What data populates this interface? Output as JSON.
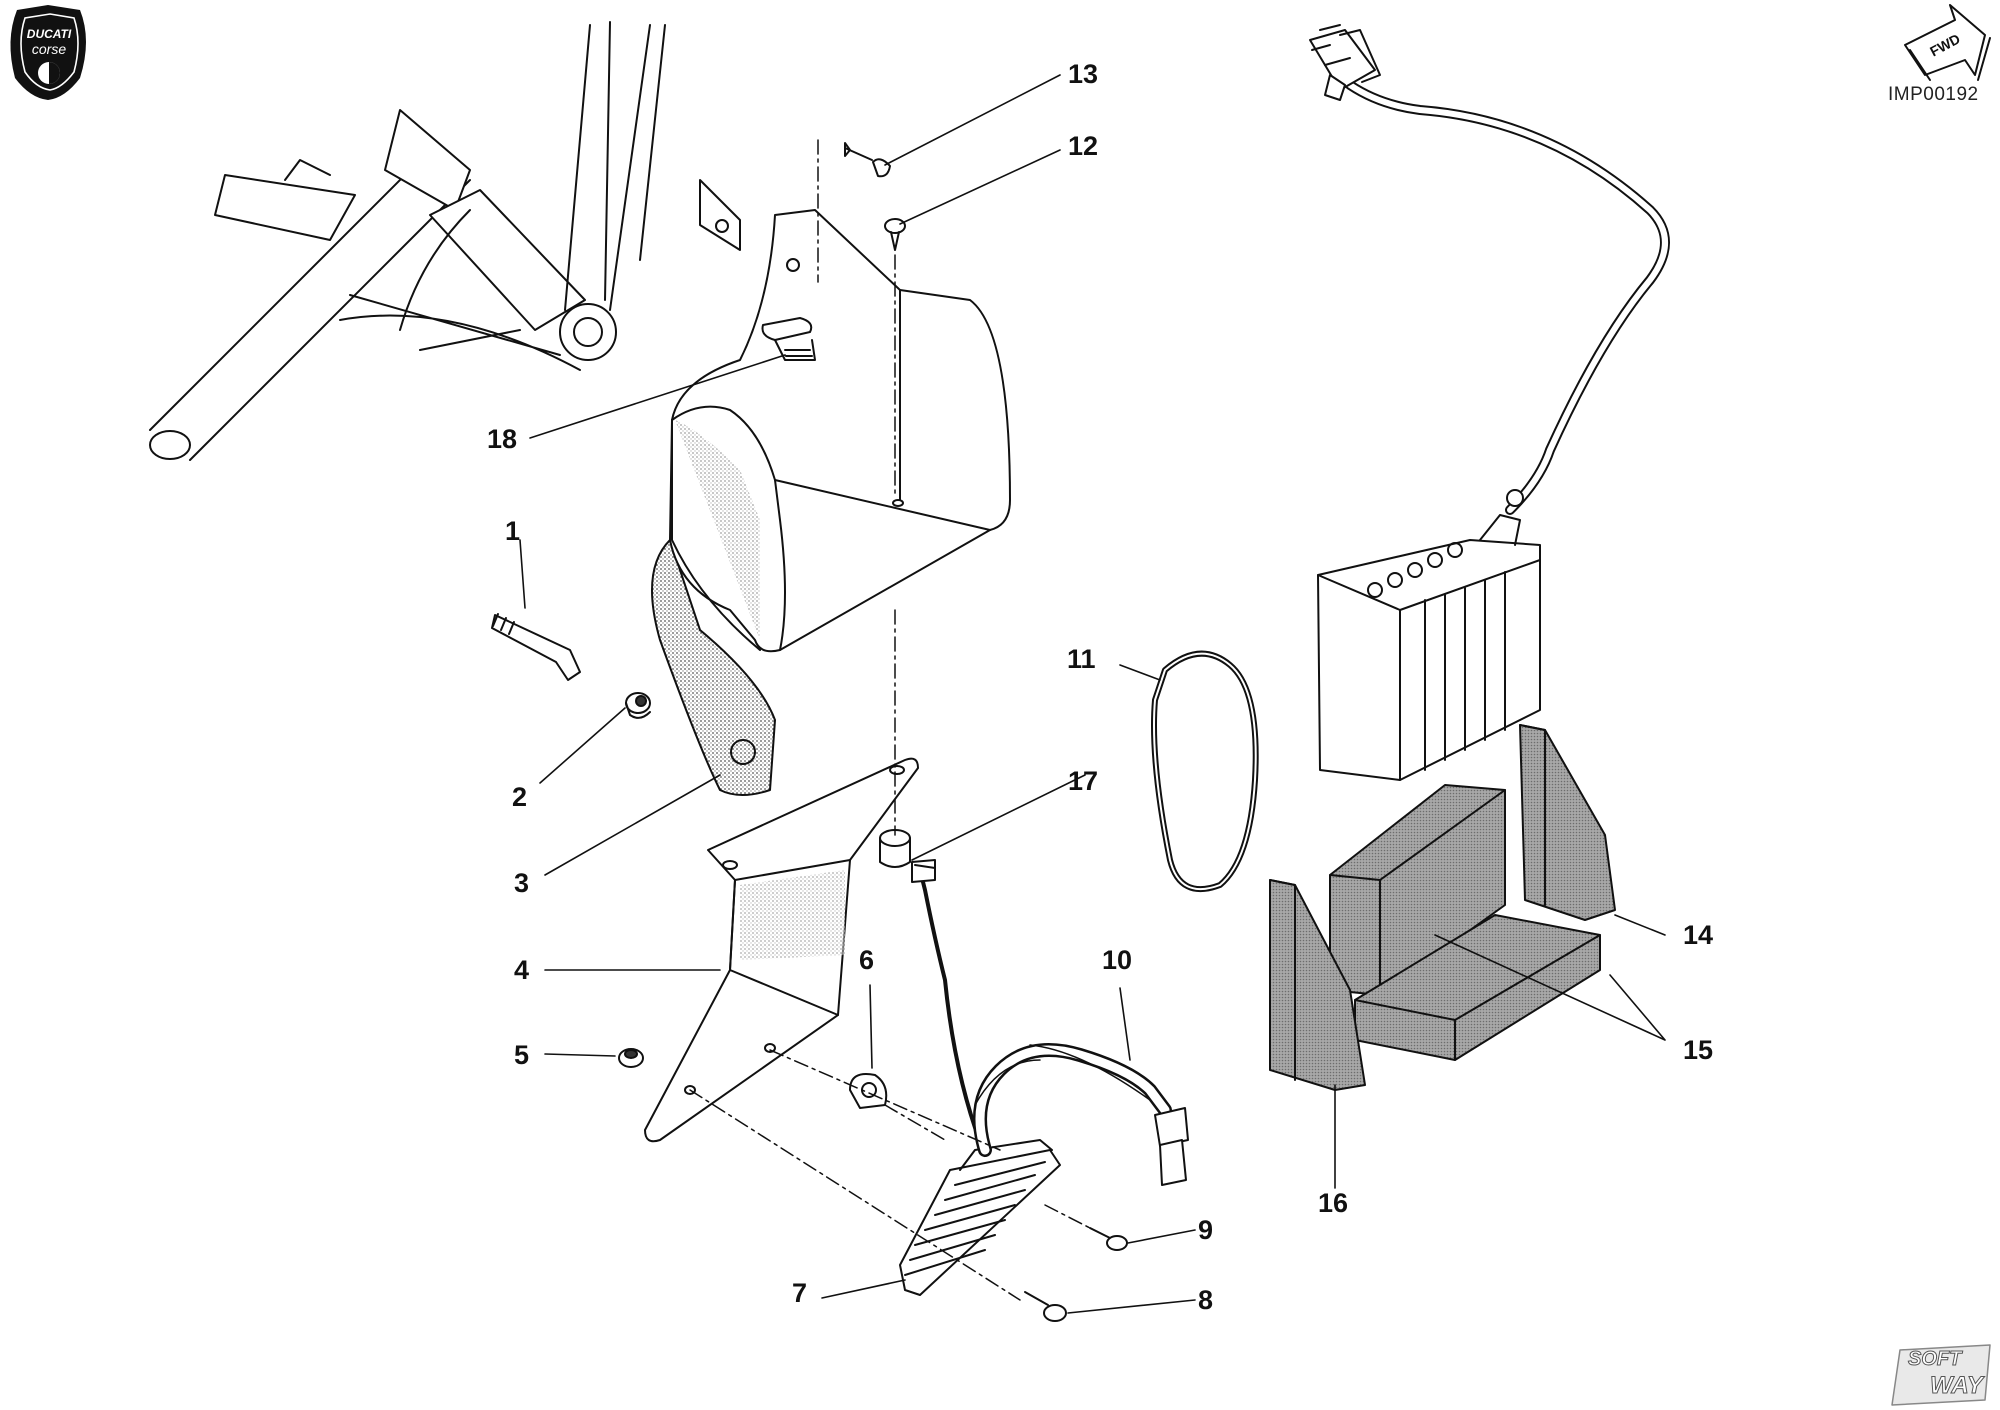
{
  "diagram": {
    "image_code": "IMP00192",
    "forward_label": "FWD",
    "callouts": [
      "1",
      "2",
      "3",
      "4",
      "5",
      "6",
      "7",
      "8",
      "9",
      "10",
      "11",
      "12",
      "13",
      "14",
      "15",
      "16",
      "17",
      "18"
    ]
  },
  "logo": {
    "line1": "DUCATI",
    "line2": "corse"
  },
  "watermark": {
    "line1": "SOFT",
    "line2": "WAY"
  },
  "colors": {
    "line": "#111111",
    "shade": "#bdbdbd",
    "pad": "#9a9a9a"
  }
}
